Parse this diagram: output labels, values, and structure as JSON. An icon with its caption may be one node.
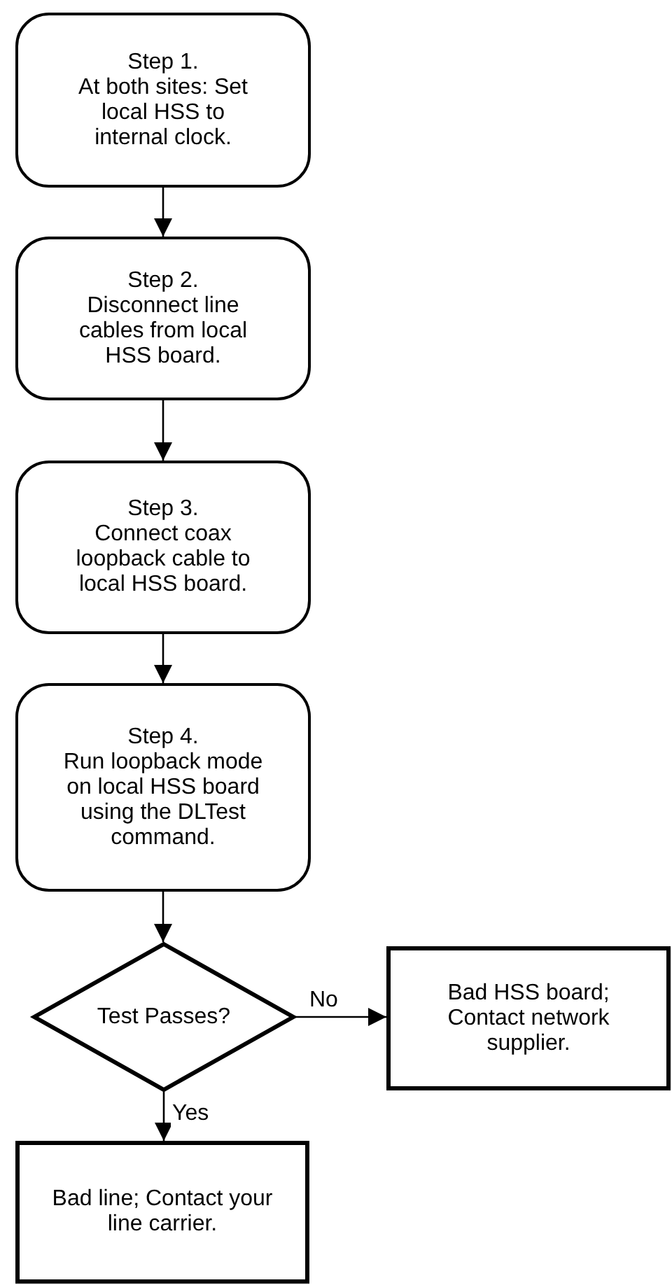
{
  "diagram": {
    "nodes": [
      {
        "text": [
          "Step 1.",
          "At both sites: Set local HSS to internal clock."
        ]
      },
      {
        "text": [
          "Step 2.",
          "Disconnect line cables from local HSS board."
        ]
      },
      {
        "text": [
          "Step 3.",
          "Connect coax loopback cable to local HSS board."
        ]
      },
      {
        "text": [
          "Step 4.",
          "Run loopback mode on local HSS board using the DLTest command."
        ]
      },
      {
        "text": [
          "Test Passes?"
        ]
      },
      {
        "text": [
          "Bad HSS board; Contact network supplier."
        ]
      },
      {
        "text": [
          "Bad line; Contact your line carrier."
        ]
      }
    ],
    "edges": [
      {
        "from": 0,
        "to": 1,
        "arrow": "to"
      },
      {
        "from": 1,
        "to": 2,
        "arrow": "to"
      },
      {
        "from": 2,
        "to": 3,
        "arrow": "to"
      },
      {
        "from": 3,
        "to": 4,
        "arrow": "to"
      },
      {
        "from": 4,
        "to": 5,
        "arrow": "to",
        "label": "No"
      },
      {
        "from": 4,
        "to": 6,
        "arrow": "to",
        "label": "Yes"
      }
    ]
  }
}
